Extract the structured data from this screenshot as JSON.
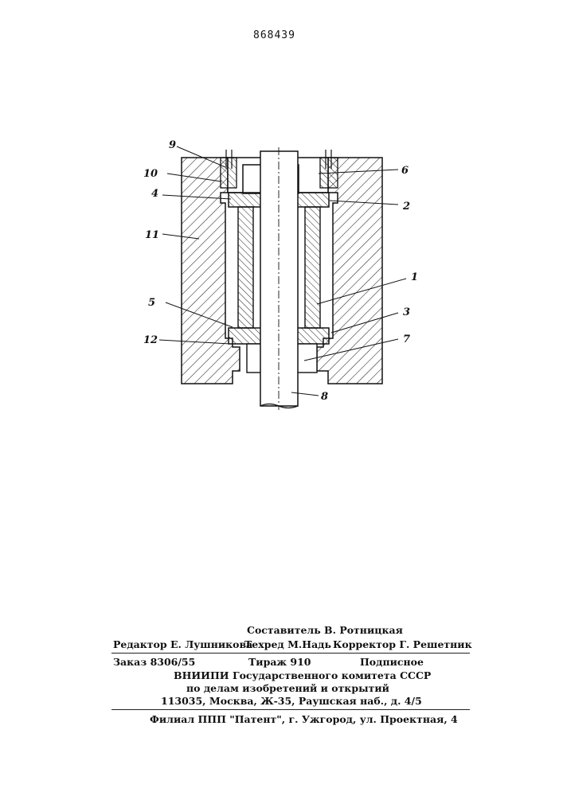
{
  "header": {
    "patent_number": "868439"
  },
  "drawing": {
    "labels": [
      "9",
      "10",
      "4",
      "11",
      "5",
      "12",
      "6",
      "2",
      "1",
      "3",
      "7",
      "8"
    ]
  },
  "imprint": {
    "compiler": "Составитель В. Ротницкая",
    "editor": "Редактор Е. Лушникова",
    "techred": "Техред М.Надь",
    "corrector": "Корректор Г. Решетник",
    "order": "Заказ 8306/55",
    "circulation": "Тираж 910",
    "subscription": "Подписное",
    "org_line1": "ВНИИПИ Государственного комитета СССР",
    "org_line2": "по делам изобретений и открытий",
    "address": "113035, Москва, Ж-35, Раушская наб., д. 4/5",
    "branch": "Филиал ППП \"Патент\", г. Ужгород, ул. Проектная, 4"
  }
}
